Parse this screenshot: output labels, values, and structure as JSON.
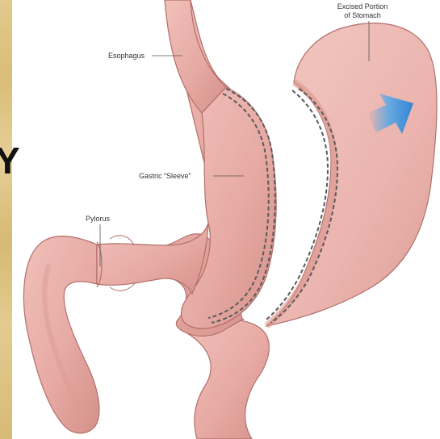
{
  "labels": {
    "esophagus": "Esophagus",
    "sleeve": "Gastric “Sleeve”",
    "pylorus": "Pylorus",
    "excised_line1": "Excised Portion",
    "excised_line2": "of Stomach"
  },
  "background_fragment": "Y",
  "colors": {
    "tissue": "#eab1ab",
    "tissue_shadow": "#d48f89",
    "outline": "#b26f6a",
    "staples": "#5a5a5a",
    "arrow": "#3a8fd8",
    "parchment": "#dcc07e"
  },
  "icons": {
    "arrow": "arrow-icon"
  }
}
